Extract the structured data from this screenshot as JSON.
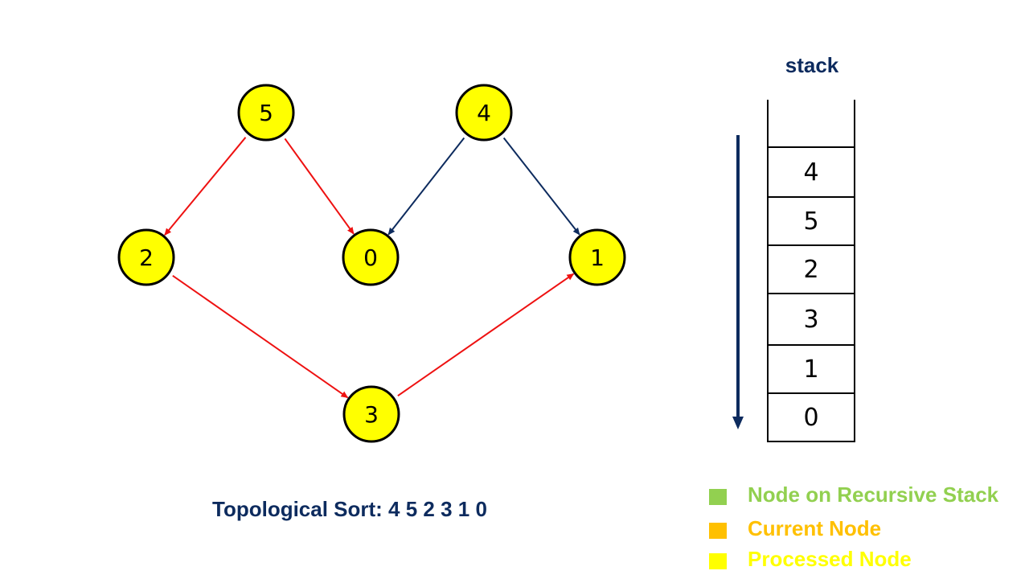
{
  "graph": {
    "nodes": [
      {
        "id": "5",
        "label": "5"
      },
      {
        "id": "4",
        "label": "4"
      },
      {
        "id": "2",
        "label": "2"
      },
      {
        "id": "0",
        "label": "0"
      },
      {
        "id": "1",
        "label": "1"
      },
      {
        "id": "3",
        "label": "3"
      }
    ],
    "edges": [
      {
        "from": "5",
        "to": "2",
        "color": "#ee1111"
      },
      {
        "from": "5",
        "to": "0",
        "color": "#ee1111"
      },
      {
        "from": "4",
        "to": "0",
        "color": "#0d2b5e"
      },
      {
        "from": "4",
        "to": "1",
        "color": "#0d2b5e"
      },
      {
        "from": "2",
        "to": "3",
        "color": "#ee1111"
      },
      {
        "from": "3",
        "to": "1",
        "color": "#ee1111"
      }
    ],
    "node_fill": "#ffff00",
    "node_stroke": "#000000"
  },
  "stack": {
    "title": "stack",
    "items": [
      "4",
      "5",
      "2",
      "3",
      "1",
      "0"
    ],
    "arrow_color": "#0d2b5e"
  },
  "result": {
    "text": "Topological Sort: 4 5 2 3 1 0"
  },
  "legend": [
    {
      "label": "Node on Recursive Stack",
      "color": "#92d050"
    },
    {
      "label": "Current Node",
      "color": "#ffc000"
    },
    {
      "label": "Processed Node",
      "color": "#ffff00"
    }
  ]
}
